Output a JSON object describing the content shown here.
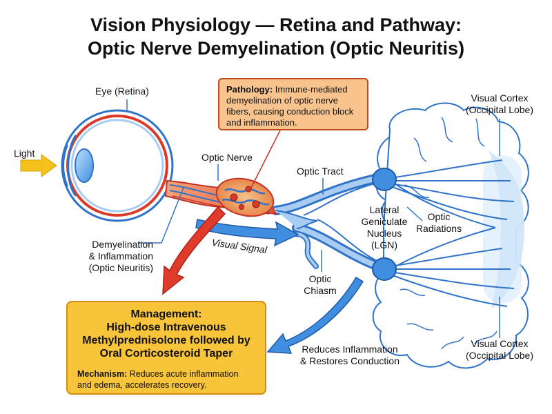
{
  "title": {
    "line1": "Vision Physiology — Retina and Pathway:",
    "line2": "Optic Nerve Demyelination (Optic Neuritis)"
  },
  "labels": {
    "eye": "Eye (Retina)",
    "light": "Light",
    "optic_nerve": "Optic Nerve",
    "optic_tract": "Optic Tract",
    "visual_signal": "Visual Signal",
    "demyelination_1": "Demyelination",
    "demyelination_2": "& Inflammation",
    "demyelination_3": "(Optic Neuritis)",
    "optic_chiasm_1": "Optic",
    "optic_chiasm_2": "Chiasm",
    "lgn_1": "Lateral",
    "lgn_2": "Geniculate",
    "lgn_3": "Nucleus",
    "lgn_4": "(LGN)",
    "radiations_1": "Optic",
    "radiations_2": "Radiations",
    "cortex_top_1": "Visual Cortex",
    "cortex_top_2": "(Occipital Lobe)",
    "cortex_bottom_1": "Visual Cortex",
    "cortex_bottom_2": "(Occipital Lobe)",
    "reduces_1": "Reduces Inflammation",
    "reduces_2": "& Restores Conduction"
  },
  "pathology": {
    "heading": "Pathology:",
    "text_1": " Immune-mediated",
    "text_2": "demyelination of optic nerve",
    "text_3": "fibers, causing conduction block",
    "text_4": "and inflammation."
  },
  "management": {
    "title_1": "Management:",
    "title_2": "High-dose Intravenous",
    "title_3": "Methylprednisolone followed by",
    "title_4": "Oral Corticosteroid Taper",
    "mechanism_heading": "Mechanism:",
    "mechanism_1": " Reduces acute inflammation",
    "mechanism_2": "and edema, accelerates recovery."
  },
  "colors": {
    "pathway_blue": "#2f73c9",
    "pathway_light": "#a9cdf2",
    "inflammation_red": "#d93a2a",
    "pathology_fill": "#f8c38d",
    "management_fill": "#f8c53a",
    "light_arrow": "#f3c21b"
  }
}
